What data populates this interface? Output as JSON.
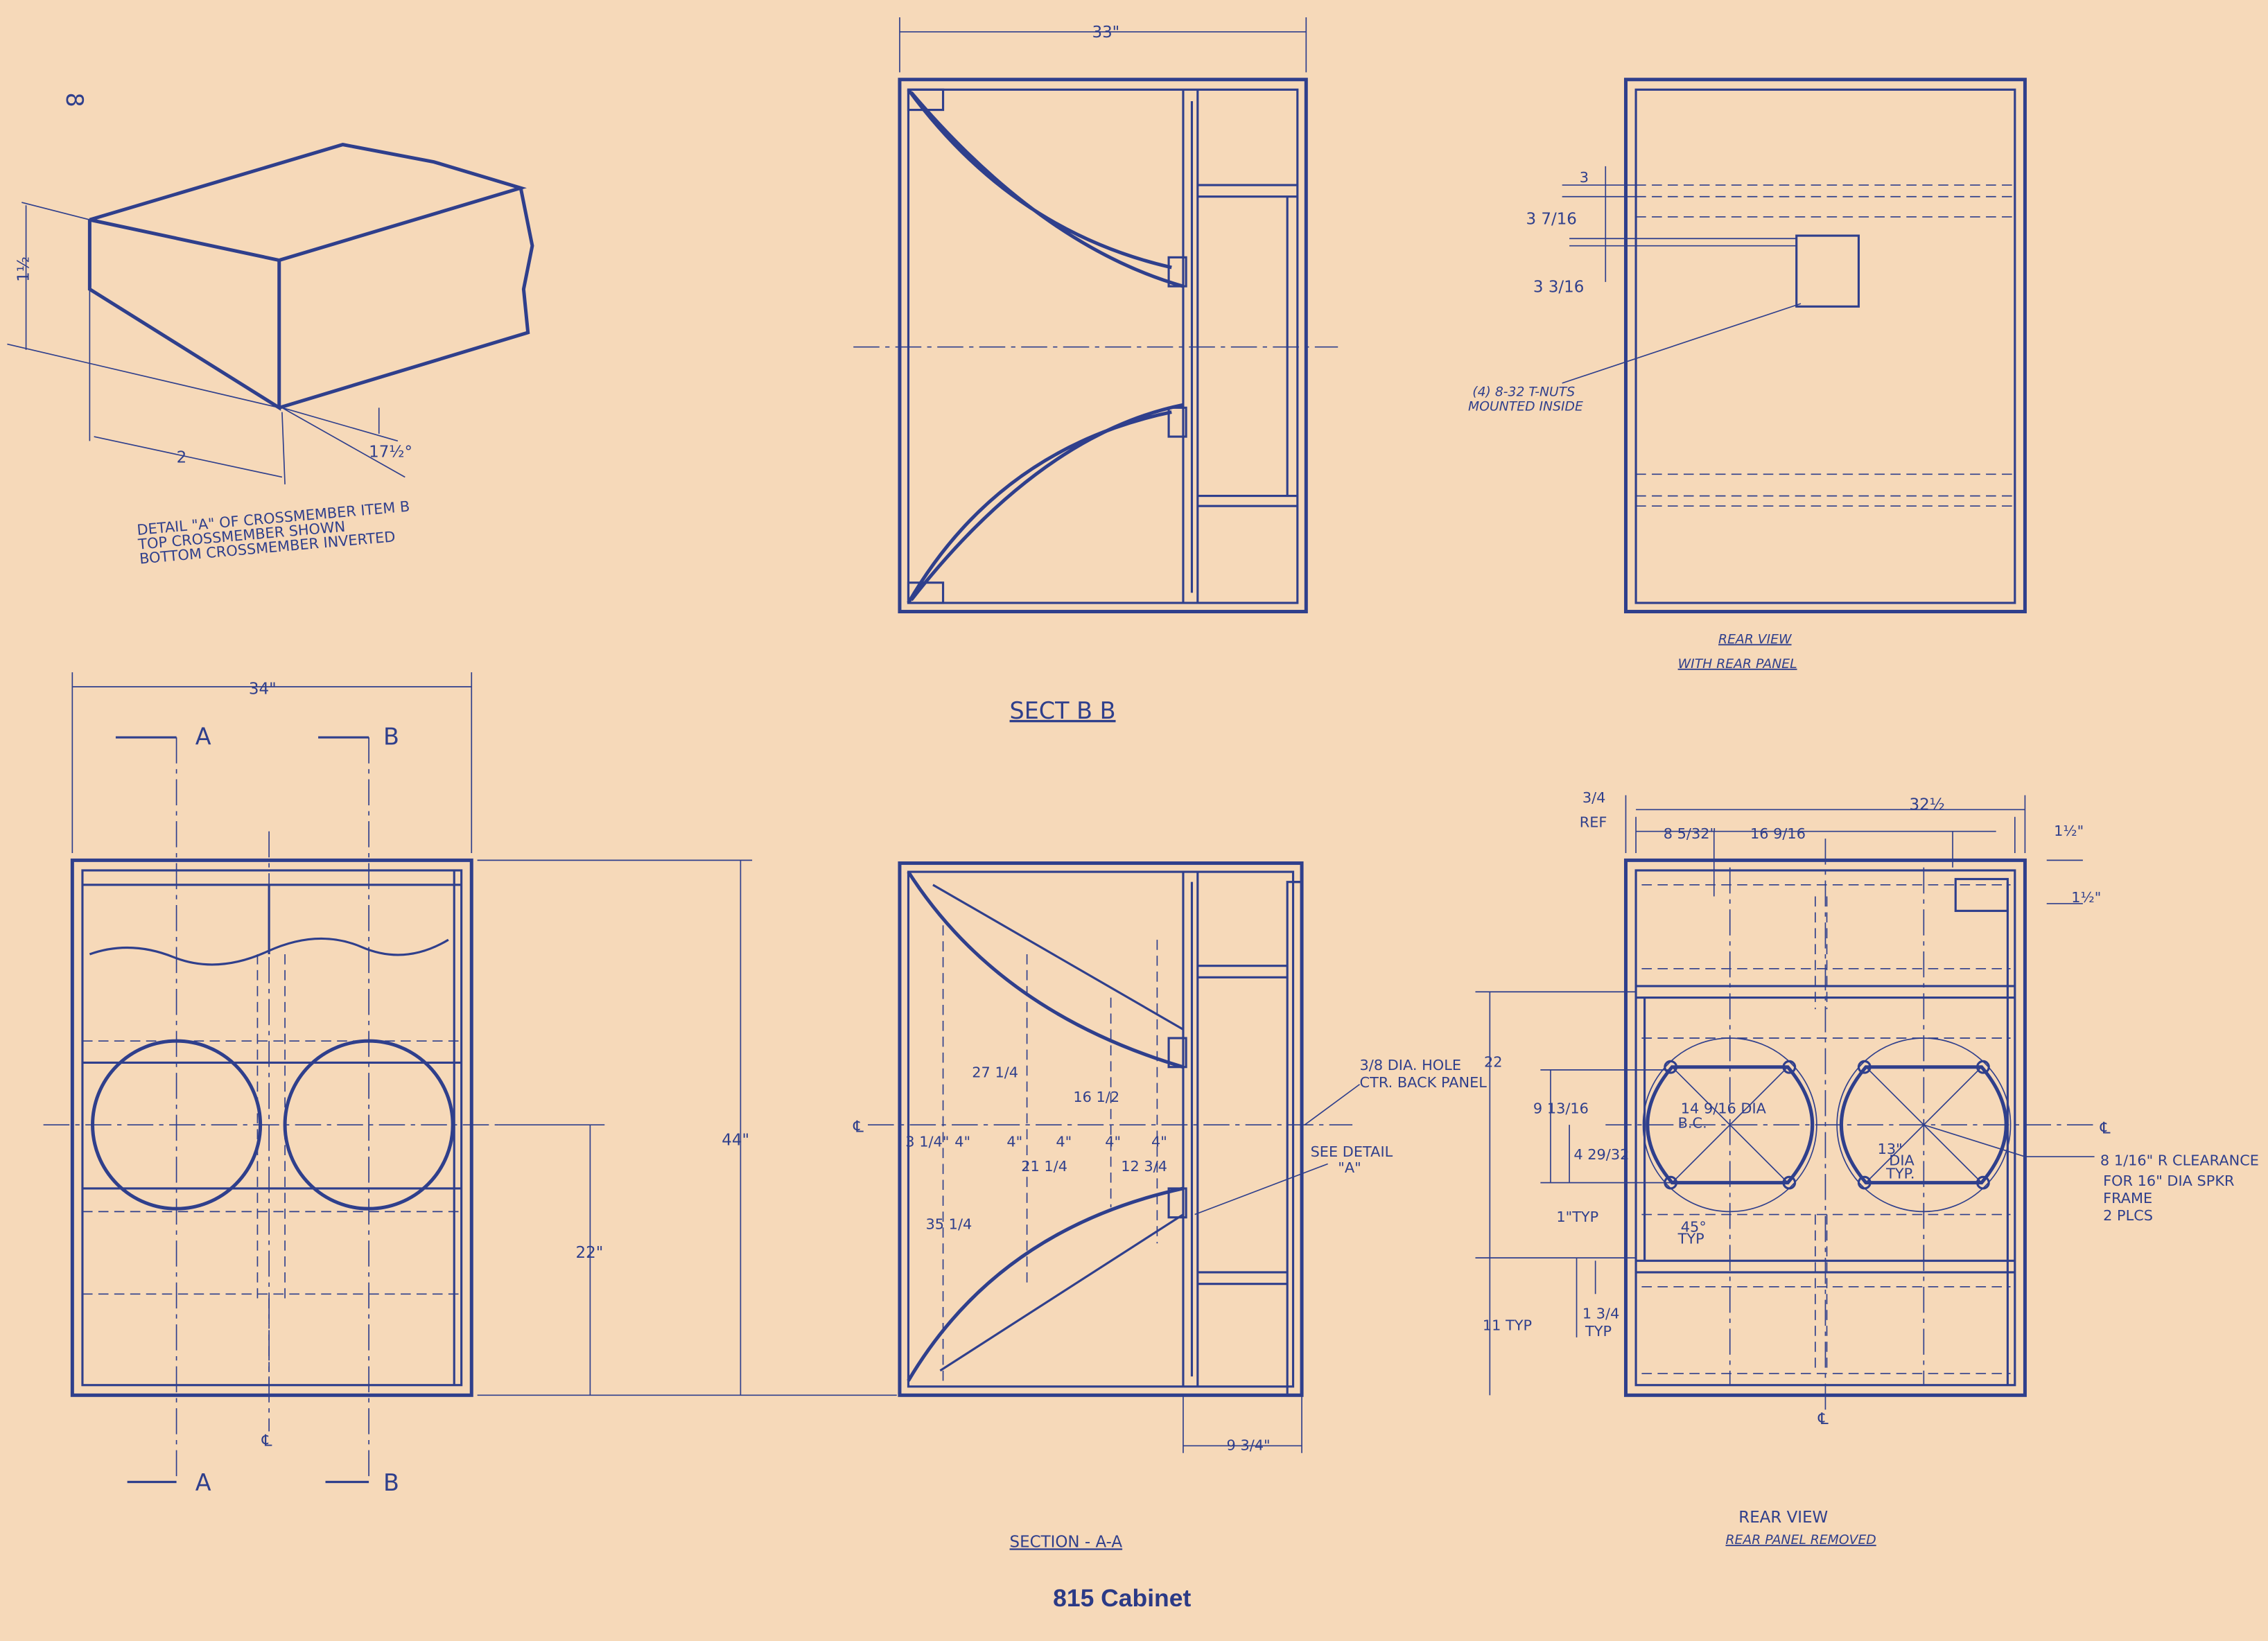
{
  "title": "815 Cabinet",
  "page_mark": "8",
  "colors": {
    "paper": "#f6d9b9",
    "ink": "#2f3f8c"
  },
  "detail_a": {
    "dim_height": "1½",
    "dim_width": "2",
    "dim_angle": "17½°",
    "caption": [
      "DETAIL \"A\" OF CROSSMEMBER ITEM B",
      "TOP CROSSMEMBER SHOWN",
      "BOTTOM CROSSMEMBER INVERTED"
    ]
  },
  "section_bb": {
    "dim_width": "33\"",
    "caption": "SECT B B"
  },
  "rear_view_panel": {
    "dims": [
      "3",
      "3 7/16",
      "3 3/16"
    ],
    "note": [
      "(4) 8-32 T-NUTS",
      "MOUNTED INSIDE"
    ],
    "caption": "REAR VIEW",
    "subcaption": "WITH REAR PANEL"
  },
  "front_view": {
    "dim_width": "34\"",
    "dim_height": "44\"",
    "dim_center": "22\"",
    "section_marks": [
      "A",
      "B",
      "A",
      "B"
    ],
    "centerline": "℄"
  },
  "section_aa": {
    "caption": "SECTION - A-A",
    "dims": [
      "27 1/4",
      "16 1/2",
      "21 1/4",
      "12 3/4",
      "35 1/4",
      "9 3/4\""
    ],
    "spacing": [
      "3 1/4\"",
      "4\"",
      "4\"",
      "4\"",
      "4\"",
      "4\""
    ],
    "centerline": "℄",
    "hole_note": [
      "3/8 DIA. HOLE",
      "CTR. BACK PANEL"
    ],
    "detail_note": [
      "SEE DETAIL",
      "\"A\""
    ]
  },
  "rear_view_removed": {
    "dim_overall": "32½",
    "dim_ref": [
      "3/4",
      "REF"
    ],
    "dims_top": [
      "8 5/32\"",
      "16 9/16"
    ],
    "dims_right": [
      "1½\"",
      "1½\""
    ],
    "dim_22": "22",
    "dims_left": [
      "9 13/16",
      "4 29/32",
      "1\"TYP",
      "1 3/4",
      "TYP",
      "11 TYP"
    ],
    "bolt_circle": [
      "14 9/16 DIA",
      "B.C."
    ],
    "cutout": [
      "13\"",
      "DIA",
      "TYP."
    ],
    "angle": [
      "45°",
      "TYP"
    ],
    "clearance_note": [
      "8 1/16\" R CLEARANCE",
      "FOR 16\" DIA SPKR",
      "FRAME",
      "2 PLCS"
    ],
    "centerline": "℄",
    "caption": "REAR VIEW",
    "subcaption": "REAR PANEL REMOVED"
  }
}
